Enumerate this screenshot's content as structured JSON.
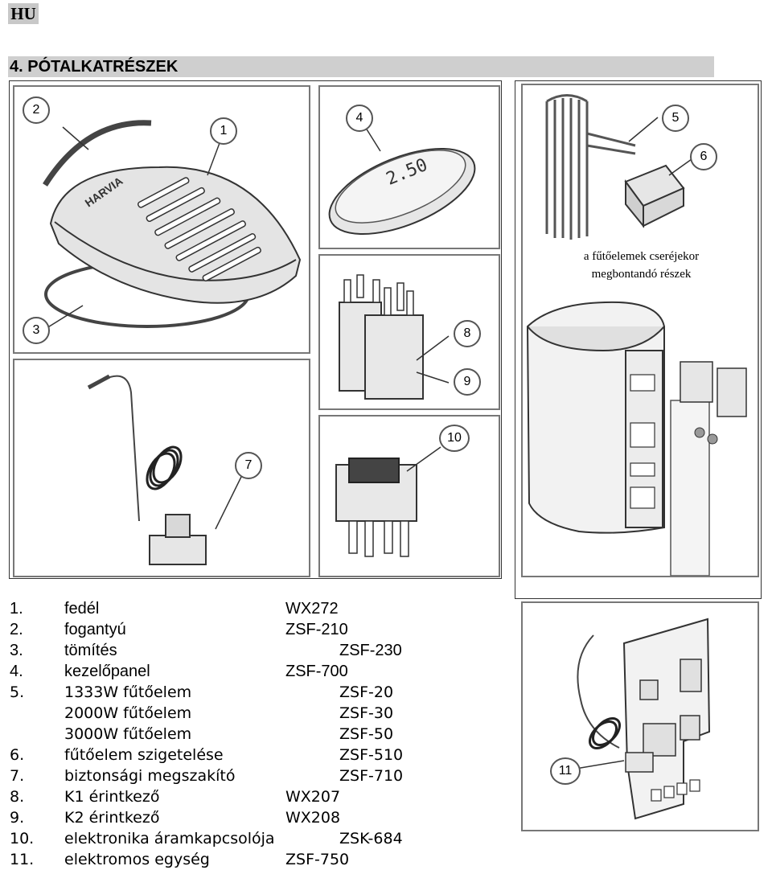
{
  "header": {
    "lang": "HU",
    "section_title": "4. PÓTALKATRÉSZEK"
  },
  "figure": {
    "callouts": [
      "1",
      "2",
      "3",
      "4",
      "5",
      "6",
      "7",
      "8",
      "9",
      "10",
      "11"
    ],
    "display_text": "2.50",
    "brand_text": "HARVIA",
    "note_line1": "a fűtőelemek cseréjekor",
    "note_line2": "megbontandó részek"
  },
  "parts": [
    {
      "num": "1.",
      "name": "fedél",
      "code": "WX272",
      "col": "a"
    },
    {
      "num": "2.",
      "name": "fogantyú",
      "code": "ZSF-210",
      "col": "a"
    },
    {
      "num": "3.",
      "name": "tömítés",
      "code": "ZSF-230",
      "col": "b"
    },
    {
      "num": "4.",
      "name": "kezelőpanel",
      "code": "ZSF-700",
      "col": "a"
    },
    {
      "num": "5.",
      "name": "1333W fűtőelem",
      "code": "ZSF-20",
      "col": "b"
    },
    {
      "num": "",
      "name": "2000W fűtőelem",
      "code": "ZSF-30",
      "col": "b"
    },
    {
      "num": "",
      "name": "3000W fűtőelem",
      "code": "ZSF-50",
      "col": "b"
    },
    {
      "num": "6.",
      "name": "fűtőelem szigetelése",
      "code": "ZSF-510",
      "col": "b"
    },
    {
      "num": "7.",
      "name": "biztonsági megszakító",
      "code": "ZSF-710",
      "col": "b"
    },
    {
      "num": "8.",
      "name": "K1 érintkező",
      "code": "WX207",
      "col": "a"
    },
    {
      "num": "9.",
      "name": "K2 érintkező",
      "code": "WX208",
      "col": "a"
    },
    {
      "num": "10.",
      "name": "elektronika áramkapcsolója",
      "code": "ZSK-684",
      "col": "b"
    },
    {
      "num": "11.",
      "name": "elektromos egység",
      "code": "ZSF-750",
      "col": "a"
    }
  ]
}
